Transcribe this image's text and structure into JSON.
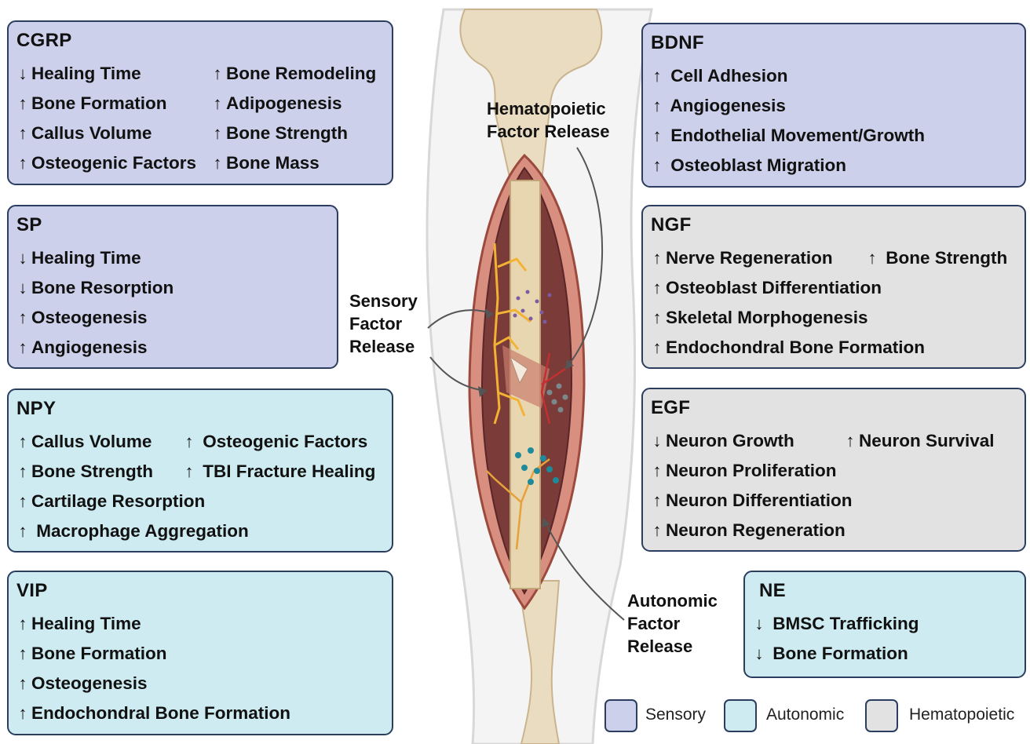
{
  "colors": {
    "sensory": "#cdd0ea",
    "autonomic": "#cdebf0",
    "hematopoietic": "#e2e2e2",
    "border": "#2c3e60"
  },
  "boxes": {
    "cgrp": {
      "title": "CGRP",
      "category": "sensory",
      "items": [
        {
          "dir": "down",
          "label": "Healing Time"
        },
        {
          "dir": "up",
          "label": "Bone Formation"
        },
        {
          "dir": "up",
          "label": "Callus Volume"
        },
        {
          "dir": "up",
          "label": "Osteogenic Factors"
        },
        {
          "dir": "up",
          "label": "Bone Remodeling"
        },
        {
          "dir": "up",
          "label": "Adipogenesis"
        },
        {
          "dir": "up",
          "label": "Bone Strength"
        },
        {
          "dir": "up",
          "label": "Bone Mass"
        }
      ]
    },
    "sp": {
      "title": "SP",
      "category": "sensory",
      "items": [
        {
          "dir": "down",
          "label": "Healing Time"
        },
        {
          "dir": "down",
          "label": "Bone Resorption"
        },
        {
          "dir": "up",
          "label": "Osteogenesis"
        },
        {
          "dir": "up",
          "label": "Angiogenesis"
        }
      ]
    },
    "npy": {
      "title": "NPY",
      "category": "autonomic",
      "items": [
        {
          "dir": "up",
          "label": "Callus Volume"
        },
        {
          "dir": "up",
          "label": "Bone Strength"
        },
        {
          "dir": "up",
          "label": "Cartilage Resorption"
        },
        {
          "dir": "up",
          "label": "Macrophage Aggregation"
        },
        {
          "dir": "up",
          "label": "Osteogenic Factors"
        },
        {
          "dir": "up",
          "label": "TBI Fracture Healing"
        }
      ]
    },
    "vip": {
      "title": "VIP",
      "category": "autonomic",
      "items": [
        {
          "dir": "up",
          "label": "Healing Time"
        },
        {
          "dir": "up",
          "label": "Bone Formation"
        },
        {
          "dir": "up",
          "label": "Osteogenesis"
        },
        {
          "dir": "up",
          "label": "Endochondral Bone Formation"
        }
      ]
    },
    "bdnf": {
      "title": "BDNF",
      "category": "sensory",
      "items": [
        {
          "dir": "up",
          "label": "Cell Adhesion"
        },
        {
          "dir": "up",
          "label": "Angiogenesis"
        },
        {
          "dir": "up",
          "label": "Endothelial Movement/Growth"
        },
        {
          "dir": "up",
          "label": "Osteoblast Migration"
        }
      ]
    },
    "ngf": {
      "title": "NGF",
      "category": "hematopoietic",
      "items": [
        {
          "dir": "up",
          "label": "Nerve Regeneration"
        },
        {
          "dir": "up",
          "label": "Osteoblast Differentiation"
        },
        {
          "dir": "up",
          "label": "Skeletal Morphogenesis"
        },
        {
          "dir": "up",
          "label": "Endochondral Bone Formation"
        },
        {
          "dir": "up",
          "label": "Bone Strength"
        }
      ]
    },
    "egf": {
      "title": "EGF",
      "category": "hematopoietic",
      "items": [
        {
          "dir": "down",
          "label": "Neuron Growth"
        },
        {
          "dir": "up",
          "label": "Neuron Proliferation"
        },
        {
          "dir": "up",
          "label": "Neuron Differentiation"
        },
        {
          "dir": "up",
          "label": "Neuron Regeneration"
        },
        {
          "dir": "up",
          "label": "Neuron Survival"
        }
      ]
    },
    "ne": {
      "title": "NE",
      "category": "autonomic",
      "items": [
        {
          "dir": "down",
          "label": "BMSC Trafficking"
        },
        {
          "dir": "down",
          "label": "Bone Formation"
        }
      ]
    }
  },
  "callouts": {
    "hematopoietic": [
      "Hematopoietic",
      "Factor Release"
    ],
    "sensory": [
      "Sensory",
      "Factor",
      "Release"
    ],
    "autonomic": [
      "Autonomic",
      "Factor",
      "Release"
    ]
  },
  "legend": {
    "sensory": "Sensory",
    "autonomic": "Autonomic",
    "hematopoietic": "Hematopoietic"
  },
  "arrow_glyphs": {
    "up": "↑",
    "down": "↓"
  }
}
